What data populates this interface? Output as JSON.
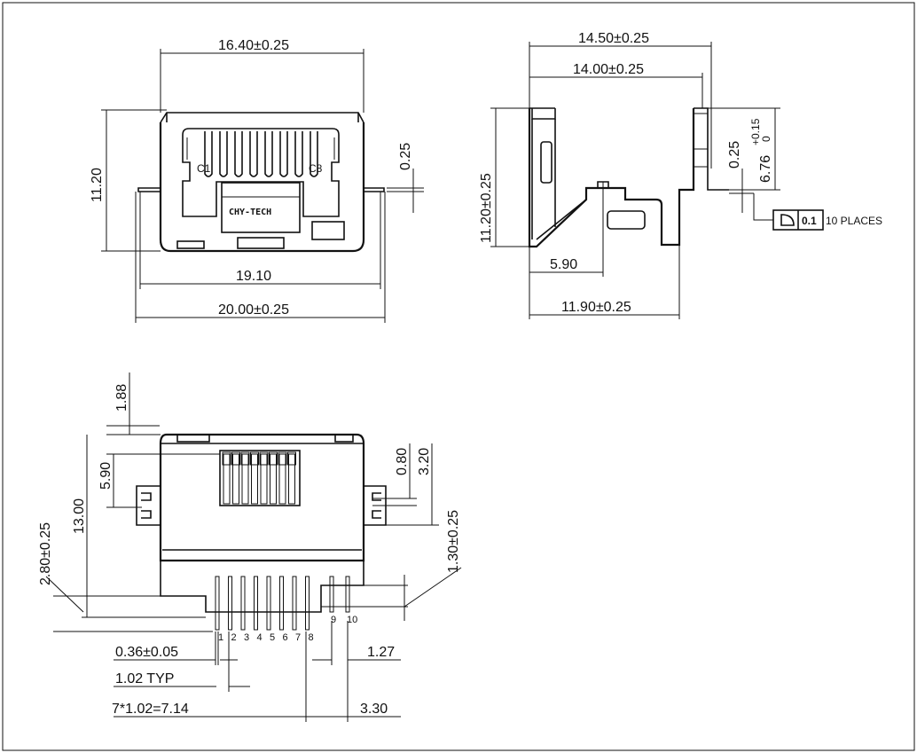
{
  "front_view": {
    "dims": {
      "top_width": "16.40±0.25",
      "height": "11.20",
      "tab_thickness": "0.25",
      "pin_span": "19.10",
      "overall_width": "20.00±0.25"
    },
    "labels": {
      "c1": "C1",
      "c8": "C8",
      "logo": "CHY-TECH"
    }
  },
  "side_view": {
    "dims": {
      "length_outer": "14.50±0.25",
      "length_inner": "14.00±0.25",
      "height": "11.20±0.25",
      "thickness": "0.25",
      "board_height": "6.76",
      "tol_upper": "+0.15",
      "tol_lower": "0",
      "post_offset": "5.90",
      "body_depth": "11.90±0.25"
    },
    "tolerance_frame": {
      "value": "0.1",
      "note": "10 PLACES"
    }
  },
  "bottom_view": {
    "dims": {
      "top_offset": "1.88",
      "post_offset": "5.90",
      "overall_length": "13.00",
      "post_height": "2.80±0.25",
      "slot_width": "0.80",
      "slot_length": "3.20",
      "slot_tol": "1.30±0.25",
      "pin_diameter": "0.36±0.05",
      "pin_pitch": "1.02  TYP",
      "pin_row": "7*1.02=7.14",
      "led_pitch": "1.27",
      "row_gap": "3.30"
    },
    "pin_numbers": [
      "1",
      "2",
      "3",
      "4",
      "5",
      "6",
      "7",
      "8"
    ],
    "led_pin_numbers": [
      "9",
      "10"
    ]
  }
}
